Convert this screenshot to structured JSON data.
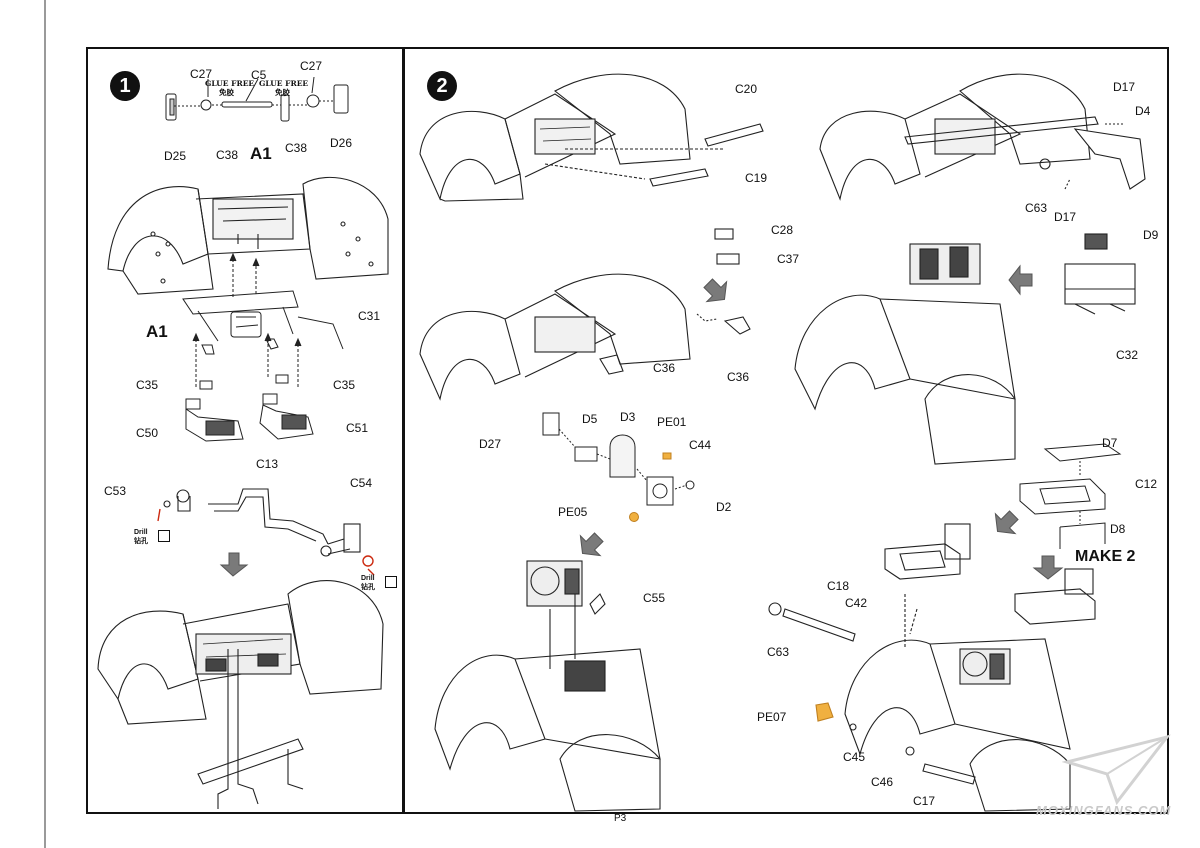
{
  "step1": {
    "number": "1",
    "parts": {
      "c27a": "C27",
      "c5": "C5",
      "c27b": "C27",
      "glue1": "GLUE FREE",
      "glue1_cn": "免胶",
      "glue2": "GLUE FREE",
      "glue2_cn": "免胶",
      "d25": "D25",
      "c38a": "C38",
      "a1_top": "A1",
      "c38b": "C38",
      "d26": "D26",
      "c31": "C31",
      "a1_mid": "A1",
      "c35a": "C35",
      "c35b": "C35",
      "c50": "C50",
      "c51": "C51",
      "c13": "C13",
      "c53": "C53",
      "c54": "C54",
      "drill1": "Drill",
      "drill1_cn": "钻孔",
      "drill2": "Drill",
      "drill2_cn": "钻孔"
    }
  },
  "step2": {
    "number": "2",
    "parts": {
      "c20": "C20",
      "c19": "C19",
      "d17a": "D17",
      "d4": "D4",
      "c63a": "C63",
      "d17b": "D17",
      "c28": "C28",
      "c37": "C37",
      "d9": "D9",
      "c36a": "C36",
      "c36b": "C36",
      "c32": "C32",
      "d5": "D5",
      "d3": "D3",
      "pe01": "PE01",
      "d27": "D27",
      "c44": "C44",
      "pe05": "PE05",
      "d2": "D2",
      "d7": "D7",
      "c12": "C12",
      "d8": "D8",
      "make2": "MAKE 2",
      "c55": "C55",
      "c18": "C18",
      "c42": "C42",
      "c63b": "C63",
      "pe07": "PE07",
      "c45": "C45",
      "c46": "C46",
      "c17": "C17"
    }
  },
  "footer": {
    "page": "P3",
    "watermark": "MOXINGFANS.COM"
  },
  "colors": {
    "photo_etch": "#f0b040",
    "drill_mark": "#cc2a10",
    "arrow_fill": "#7a7a7a"
  }
}
